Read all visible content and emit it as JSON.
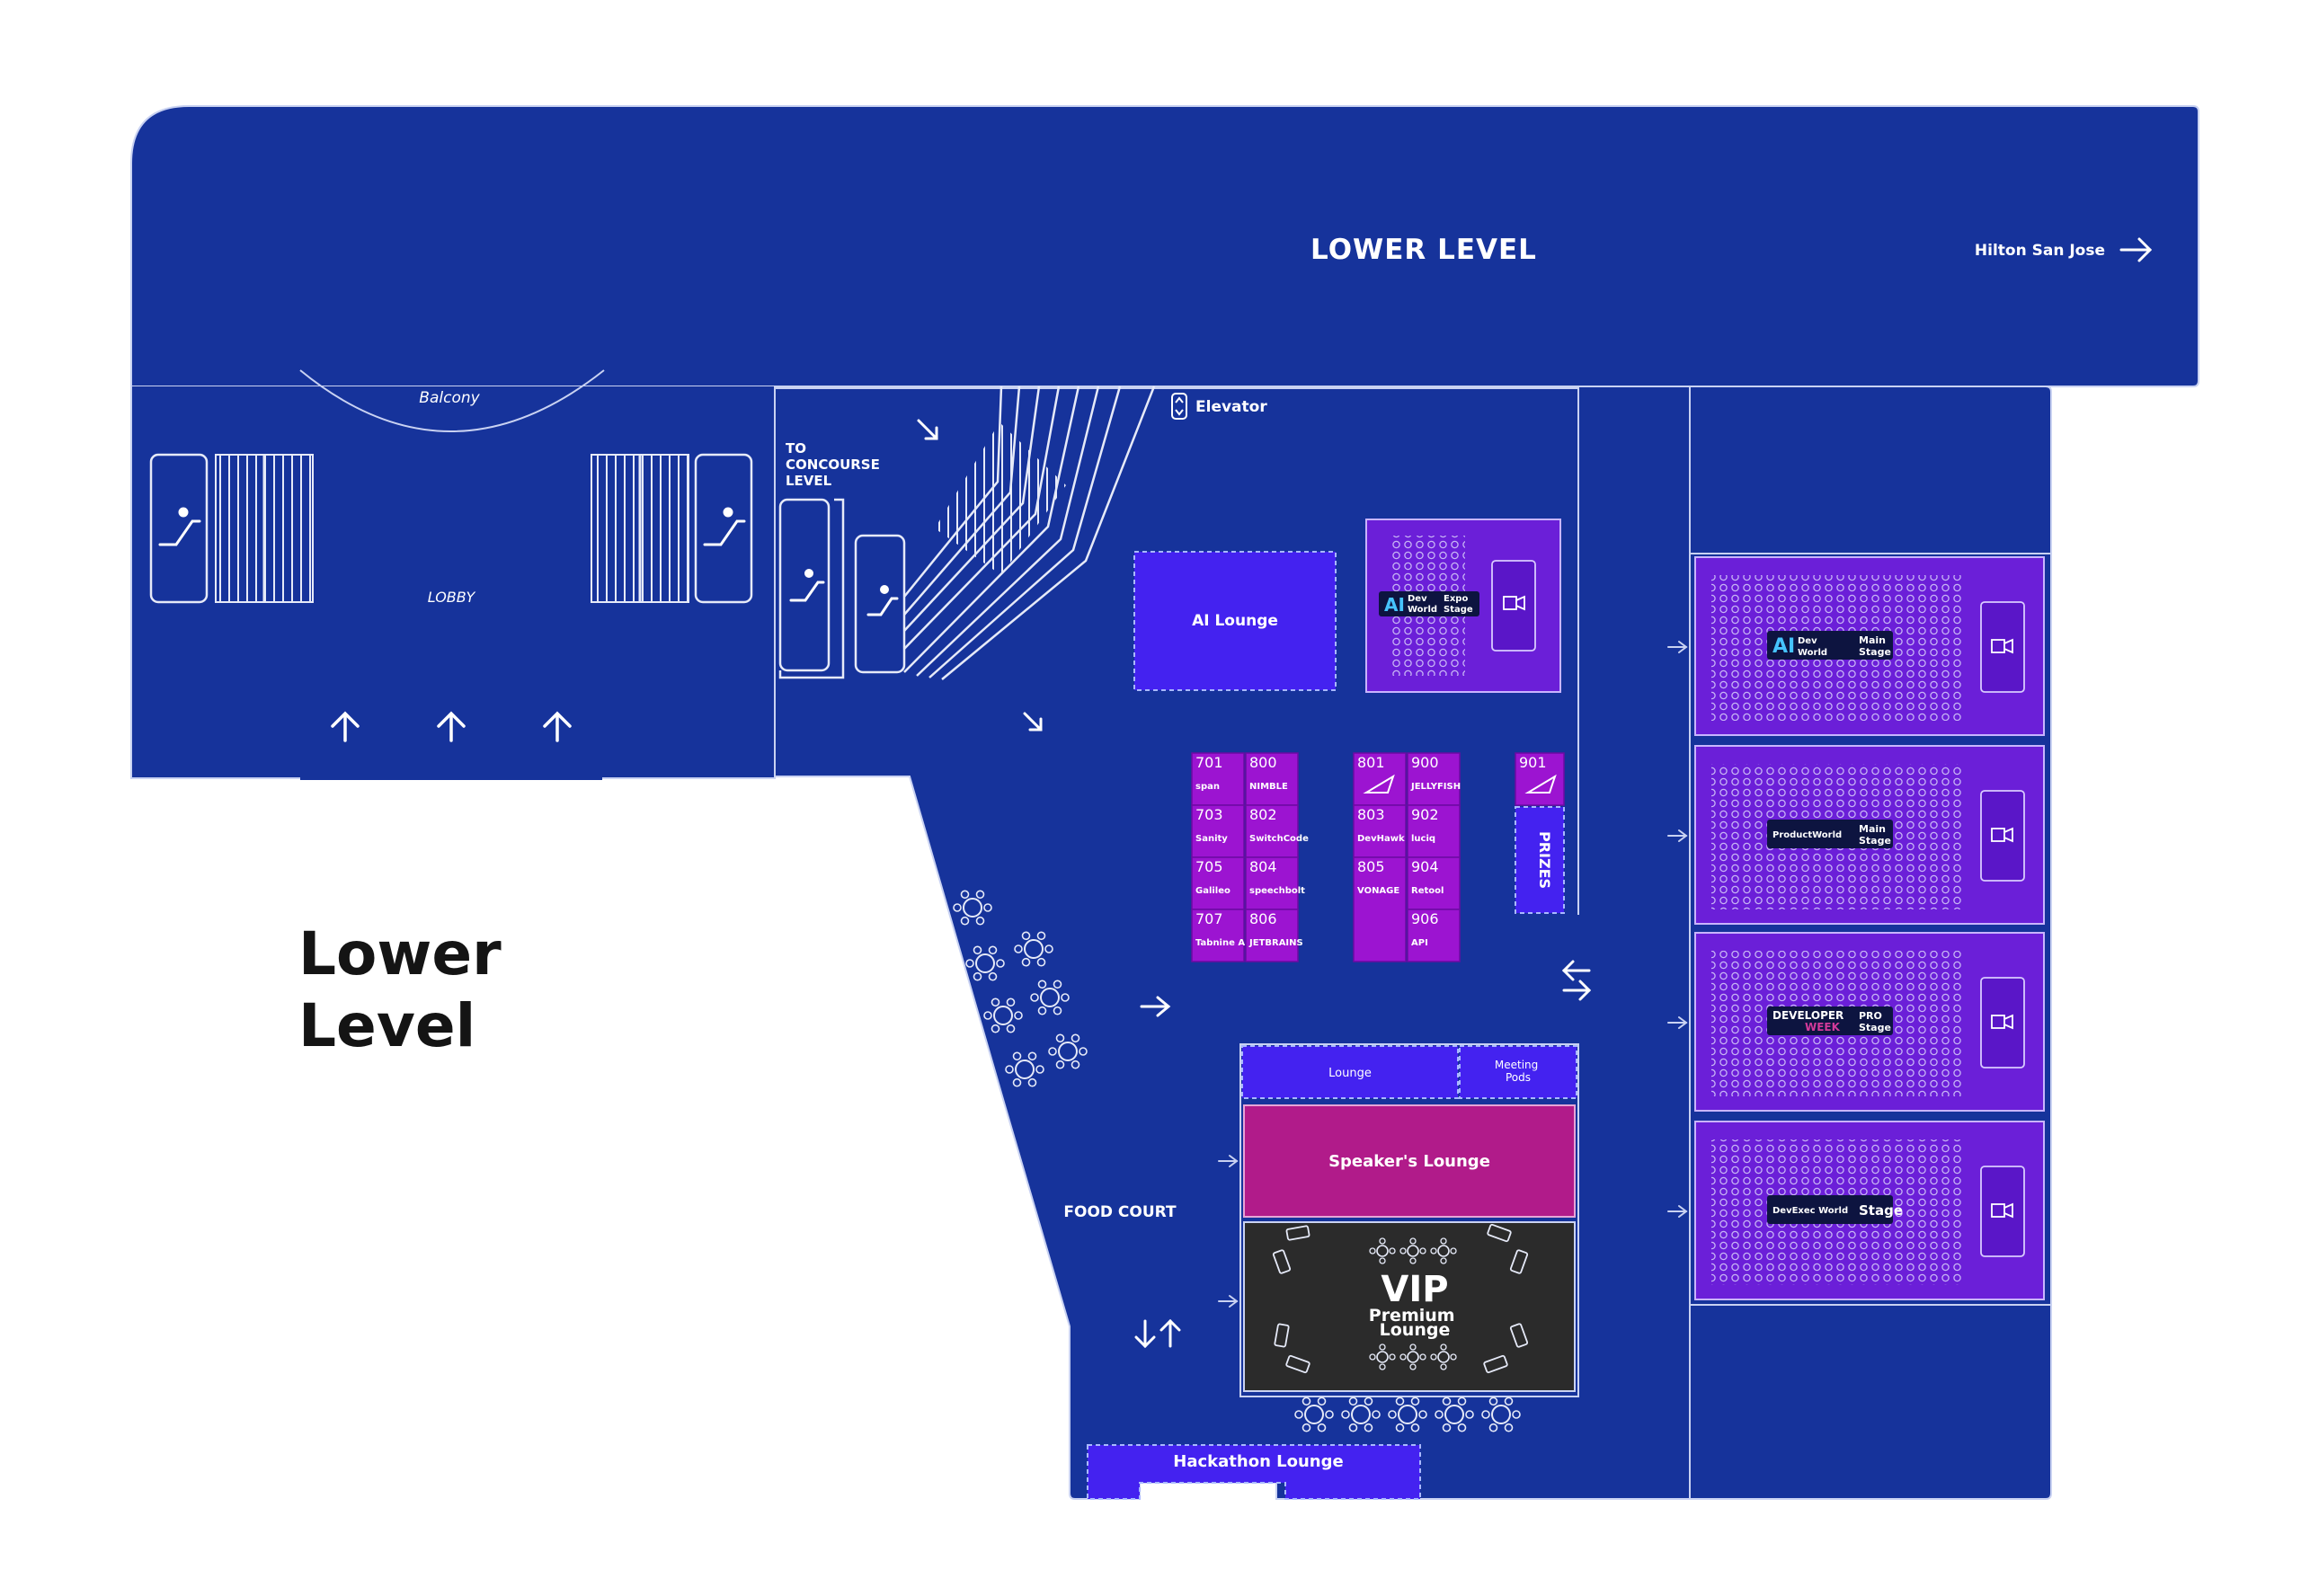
{
  "colors": {
    "floor": "#16339b",
    "line": "#c9d2f2",
    "room_blue": "#4422f0",
    "stage_purple": "#6b1fd8",
    "booth_magenta": "#9c14d1",
    "speaker": "#b11b8a",
    "vip": "#2b2b2b"
  },
  "header": {
    "level_title": "LOWER LEVEL",
    "hilton_label": "Hilton San Jose"
  },
  "side_title": {
    "line1": "Lower",
    "line2": "Level"
  },
  "areas": {
    "balcony": "Balcony",
    "lobby": "LOBBY",
    "concourse_line1": "TO",
    "concourse_line2": "CONCOURSE",
    "concourse_line3": "LEVEL",
    "elevator": "Elevator",
    "ai_lounge": "AI Lounge",
    "lounge": "Lounge",
    "meeting_line1": "Meeting",
    "meeting_line2": "Pods",
    "speakers_lounge": "Speaker's Lounge",
    "food_court": "FOOD COURT",
    "vip_title": "VIP",
    "vip_sub1": "Premium",
    "vip_sub2": "Lounge",
    "hackathon_lounge": "Hackathon Lounge",
    "prizes": "PRIZES"
  },
  "expo_stage": {
    "line1": "Dev",
    "line2": "World",
    "line3": "Expo",
    "line4": "Stage"
  },
  "stages": [
    {
      "brand1": "Dev",
      "brand2": "World",
      "name1": "Main",
      "name2": "Stage"
    },
    {
      "brand1": "ProductWorld",
      "brand2": "",
      "name1": "Main",
      "name2": "Stage"
    },
    {
      "brand1": "DEVELOPER",
      "brand2": "WEEK",
      "name1": "PRO",
      "name2": "Stage"
    },
    {
      "brand1": "DevExec World",
      "brand2": "",
      "name1": "Stage",
      "name2": ""
    }
  ],
  "booths": [
    {
      "num": "701",
      "sponsor": "span"
    },
    {
      "num": "800",
      "sponsor": "NIMBLE"
    },
    {
      "num": "703",
      "sponsor": "Sanity"
    },
    {
      "num": "802",
      "sponsor": "SwitchCode"
    },
    {
      "num": "705",
      "sponsor": "Galileo"
    },
    {
      "num": "804",
      "sponsor": "speechbolt"
    },
    {
      "num": "707",
      "sponsor": "Tabnine AI"
    },
    {
      "num": "806",
      "sponsor": "JETBRAINS"
    },
    {
      "num": "801",
      "sponsor": ""
    },
    {
      "num": "900",
      "sponsor": "JELLYFISH"
    },
    {
      "num": "803",
      "sponsor": "DevHawk"
    },
    {
      "num": "902",
      "sponsor": "luciq"
    },
    {
      "num": "805",
      "sponsor": "VONAGE"
    },
    {
      "num": "904",
      "sponsor": "Retool"
    },
    {
      "num": "906",
      "sponsor": "API"
    },
    {
      "num": "901",
      "sponsor": ""
    }
  ]
}
